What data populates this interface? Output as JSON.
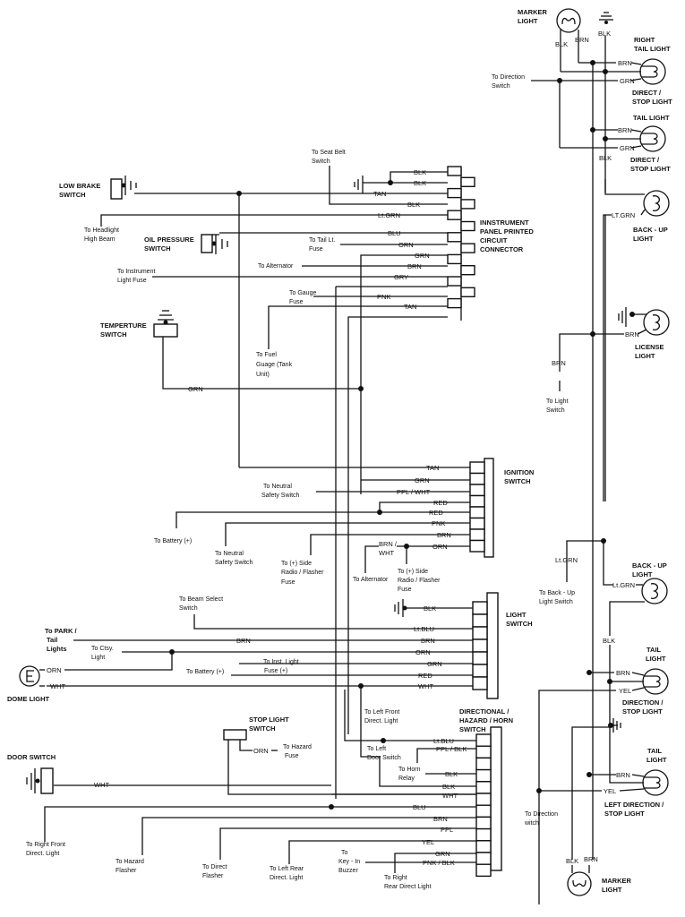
{
  "diagram": {
    "components": {
      "low_brake_switch": [
        "LOW BRAKE",
        "SWITCH"
      ],
      "oil_pressure_switch": [
        "OIL PRESSURE",
        "SWITCH"
      ],
      "temperature_switch": [
        "TEMPERTURE",
        "SWITCH"
      ],
      "instrument_connector": [
        "INNSTRUMENT",
        "PANEL PRINTED",
        "CIRCUIT",
        "CONNECTOR"
      ],
      "ignition_switch": [
        "IGNITION",
        "SWITCH"
      ],
      "light_switch": [
        "LIGHT",
        "SWITCH"
      ],
      "directional_switch": [
        "DIRECTIONAL /",
        "HAZARD / HORN",
        "SWITCH"
      ],
      "stop_light_switch": [
        "STOP LIGHT",
        "SWITCH"
      ],
      "door_switch": [
        "DOOR SWITCH"
      ],
      "dome_light": [
        "DOME LIGHT"
      ],
      "marker_light_top": [
        "MARKER",
        "LIGHT"
      ],
      "right_tail_light": [
        "RIGHT",
        "TAIL LIGHT"
      ],
      "direct_stop_light_1": [
        "DIRECT /",
        "STOP LIGHT"
      ],
      "tail_light_2": [
        "TAIL LIGHT"
      ],
      "direct_stop_light_2": [
        "DIRECT /",
        "STOP LIGHT"
      ],
      "back_up_light_1": [
        "BACK - UP",
        "LIGHT"
      ],
      "license_light": [
        "LICENSE",
        "LIGHT"
      ],
      "back_up_light_2": [
        "BACK - UP",
        "LIGHT"
      ],
      "tail_light_3": [
        "TAIL",
        "LIGHT"
      ],
      "direction_stop_light_3": [
        "DIRECTION /",
        "STOP LIGHT"
      ],
      "tail_light_4": [
        "TAIL",
        "LIGHT"
      ],
      "left_direction_stop_light": [
        "LEFT DIRECTION /",
        "STOP LIGHT"
      ],
      "marker_light_bottom": [
        "MARKER",
        "LIGHT"
      ]
    },
    "connector_wires": [
      "BLK",
      "BLK",
      "TAN",
      "BLK",
      "Lt.GRN",
      "BLU",
      "ORN",
      "GRN",
      "BRN",
      "GRY",
      "PNK",
      "TAN"
    ],
    "ignition_wires": [
      "TAN",
      "GRN",
      "PPL / WHT",
      "RED",
      "RED",
      "PNK",
      "BRN",
      "ORN"
    ],
    "ignition_extra": {
      "brn_wht": [
        "BRN /",
        "WHT"
      ]
    },
    "light_switch_wires": [
      "BLK",
      "Lt.BLU",
      "BRN",
      "ORN",
      "GRN",
      "RED",
      "WHT"
    ],
    "directional_wires": [
      "Lt.BLU",
      "PPL / BLK",
      "BLK",
      "BLK",
      "WHT",
      "BLU",
      "BRN",
      "PPL",
      "YEL",
      "GRN",
      "PNK / BLK"
    ],
    "misc_wires": {
      "grn_temp": "GRN",
      "dome_orn": "ORN",
      "dome_wht": "WHT",
      "door_wht": "WHT",
      "stop_orn": "ORN",
      "marker_blk": "BLK",
      "marker_brn": "BRN",
      "ground_blk": "BLK",
      "rt_brn": "BRN",
      "rt_grn": "GRN",
      "t2_brn": "BRN",
      "t2_grn": "GRN",
      "t2_blk": "BLK",
      "bu_ltgrn": "LT.GRN",
      "lic_brn": "BRN",
      "to_light_brn": "BRN",
      "bu2_ltgrn": "Lt.GRN",
      "bu2_src_ltgrn": "Lt.GRN",
      "bu2_blk": "BLK",
      "t3_brn": "BRN",
      "t3_yel": "YEL",
      "t4_brn": "BRN",
      "t4_yel": "YEL",
      "mb_blk": "BLK",
      "mb_brn": "BRN"
    },
    "notes": {
      "seat_belt": [
        "To Seat Belt",
        "Switch"
      ],
      "headlight": [
        "To Headlight",
        "High Beam"
      ],
      "tail_fuse": [
        "To Tail Lt.",
        "Fuse"
      ],
      "alternator": [
        "To Alternator"
      ],
      "inst_fuse": [
        "To Instrument",
        "Light Fuse"
      ],
      "gauge_fuse": [
        "To Gauge",
        "Fuse"
      ],
      "fuel_gauge": [
        "To Fuel",
        "Guage (Tank",
        "Unit)"
      ],
      "neutral_1": [
        "To Neutral",
        "Safety Switch"
      ],
      "battery_1": [
        "To Battery (+)"
      ],
      "neutral_2": [
        "To Neutral",
        "Safety Switch"
      ],
      "radio_fuse_1": [
        "To (+) Side",
        "Radio / Flasher",
        "Fuse"
      ],
      "alternator_2": [
        "To Alternator"
      ],
      "radio_fuse_2": [
        "To (+) Side",
        "Radio / Flasher",
        "Fuse"
      ],
      "beam_select": [
        "To Beam Select",
        "Switch"
      ],
      "park_tail": [
        "To PARK /",
        "Tail",
        "Lights"
      ],
      "ctsy": [
        "To Ctsy.",
        "Light"
      ],
      "battery_2": [
        "To Battery (+)"
      ],
      "inst_light_fuse": [
        "To Inst. Light",
        "Fuse (+)"
      ],
      "hazard_fuse": [
        "To Hazard",
        "Fuse"
      ],
      "left_front": [
        "To Left Front",
        "Direct. Light"
      ],
      "left_door": [
        "To Left",
        "Door Switch"
      ],
      "horn_relay": [
        "To Horn",
        "Relay"
      ],
      "right_front": [
        "To Right Front",
        "Direct. Light"
      ],
      "hazard_flasher": [
        "To Hazard",
        "Flasher"
      ],
      "direct_flasher": [
        "To Direct",
        "Flasher"
      ],
      "left_rear": [
        "To Left Rear",
        "Direct. Light"
      ],
      "key_buzzer": [
        "To",
        "Key - In",
        "Buzzer"
      ],
      "right_rear": [
        "To Right",
        "Rear Direct Light"
      ],
      "direction_switch_top": [
        "To Direction",
        "Switch"
      ],
      "light_switch_note": [
        "To Light",
        "Switch"
      ],
      "backup_switch": [
        "To Back - Up",
        "Light Switch"
      ],
      "direction_switch_bottom": [
        "To Direction",
        "witch"
      ]
    }
  }
}
